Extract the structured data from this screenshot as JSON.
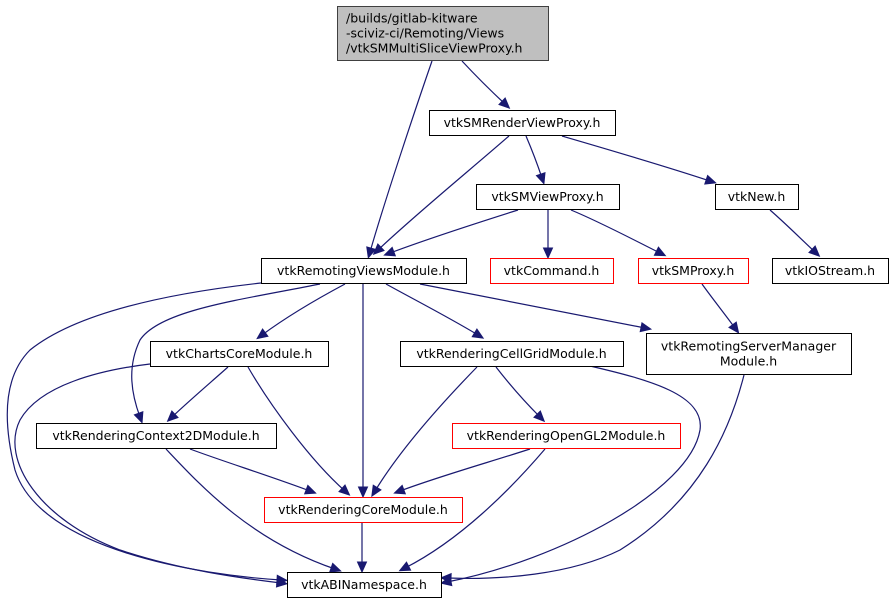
{
  "diagram": {
    "type": "include-dependency-graph",
    "colors": {
      "edge": "#191970",
      "root_fill": "#bfbfbf",
      "normal_border": "#000000",
      "truncated_border": "#ff0000",
      "background": "#ffffff"
    },
    "nodes": [
      {
        "id": "root",
        "lines": [
          "/builds/gitlab-kitware",
          "-sciviz-ci/Remoting/Views",
          "/vtkSMMultiSliceViewProxy.h"
        ],
        "style": "root"
      },
      {
        "id": "vtkSMRenderViewProxy",
        "lines": [
          "vtkSMRenderViewProxy.h"
        ],
        "style": "normal"
      },
      {
        "id": "vtkSMViewProxy",
        "lines": [
          "vtkSMViewProxy.h"
        ],
        "style": "normal"
      },
      {
        "id": "vtkNew",
        "lines": [
          "vtkNew.h"
        ],
        "style": "normal"
      },
      {
        "id": "vtkRemotingViewsModule",
        "lines": [
          "vtkRemotingViewsModule.h"
        ],
        "style": "normal"
      },
      {
        "id": "vtkCommand",
        "lines": [
          "vtkCommand.h"
        ],
        "style": "truncated"
      },
      {
        "id": "vtkSMProxy",
        "lines": [
          "vtkSMProxy.h"
        ],
        "style": "truncated"
      },
      {
        "id": "vtkIOStream",
        "lines": [
          "vtkIOStream.h"
        ],
        "style": "normal"
      },
      {
        "id": "vtkChartsCoreModule",
        "lines": [
          "vtkChartsCoreModule.h"
        ],
        "style": "normal"
      },
      {
        "id": "vtkRenderingCellGridModule",
        "lines": [
          "vtkRenderingCellGridModule.h"
        ],
        "style": "normal"
      },
      {
        "id": "vtkRemotingServerManagerModule",
        "lines": [
          "vtkRemotingServerManager",
          "Module.h"
        ],
        "style": "normal"
      },
      {
        "id": "vtkRenderingContext2DModule",
        "lines": [
          "vtkRenderingContext2DModule.h"
        ],
        "style": "normal"
      },
      {
        "id": "vtkRenderingOpenGL2Module",
        "lines": [
          "vtkRenderingOpenGL2Module.h"
        ],
        "style": "truncated"
      },
      {
        "id": "vtkRenderingCoreModule",
        "lines": [
          "vtkRenderingCoreModule.h"
        ],
        "style": "truncated"
      },
      {
        "id": "vtkABINamespace",
        "lines": [
          "vtkABINamespace.h"
        ],
        "style": "normal"
      }
    ],
    "edges": [
      {
        "from": "root",
        "to": "vtkRemotingViewsModule"
      },
      {
        "from": "root",
        "to": "vtkSMRenderViewProxy"
      },
      {
        "from": "vtkSMRenderViewProxy",
        "to": "vtkRemotingViewsModule"
      },
      {
        "from": "vtkSMRenderViewProxy",
        "to": "vtkSMViewProxy"
      },
      {
        "from": "vtkSMRenderViewProxy",
        "to": "vtkNew"
      },
      {
        "from": "vtkSMViewProxy",
        "to": "vtkRemotingViewsModule"
      },
      {
        "from": "vtkSMViewProxy",
        "to": "vtkCommand"
      },
      {
        "from": "vtkSMViewProxy",
        "to": "vtkSMProxy"
      },
      {
        "from": "vtkNew",
        "to": "vtkIOStream"
      },
      {
        "from": "vtkSMProxy",
        "to": "vtkRemotingServerManagerModule"
      },
      {
        "from": "vtkRemotingViewsModule",
        "to": "vtkChartsCoreModule"
      },
      {
        "from": "vtkRemotingViewsModule",
        "to": "vtkRenderingContext2DModule"
      },
      {
        "from": "vtkRemotingViewsModule",
        "to": "vtkRenderingCoreModule"
      },
      {
        "from": "vtkRemotingViewsModule",
        "to": "vtkRenderingCellGridModule"
      },
      {
        "from": "vtkRemotingViewsModule",
        "to": "vtkRemotingServerManagerModule"
      },
      {
        "from": "vtkRemotingViewsModule",
        "to": "vtkABINamespace"
      },
      {
        "from": "vtkChartsCoreModule",
        "to": "vtkRenderingContext2DModule"
      },
      {
        "from": "vtkChartsCoreModule",
        "to": "vtkRenderingCoreModule"
      },
      {
        "from": "vtkChartsCoreModule",
        "to": "vtkABINamespace"
      },
      {
        "from": "vtkRenderingCellGridModule",
        "to": "vtkRenderingOpenGL2Module"
      },
      {
        "from": "vtkRenderingCellGridModule",
        "to": "vtkRenderingCoreModule"
      },
      {
        "from": "vtkRenderingCellGridModule",
        "to": "vtkABINamespace"
      },
      {
        "from": "vtkRenderingContext2DModule",
        "to": "vtkRenderingCoreModule"
      },
      {
        "from": "vtkRenderingContext2DModule",
        "to": "vtkABINamespace"
      },
      {
        "from": "vtkRenderingOpenGL2Module",
        "to": "vtkRenderingCoreModule"
      },
      {
        "from": "vtkRenderingOpenGL2Module",
        "to": "vtkABINamespace"
      },
      {
        "from": "vtkRenderingCoreModule",
        "to": "vtkABINamespace"
      },
      {
        "from": "vtkRemotingServerManagerModule",
        "to": "vtkABINamespace"
      }
    ]
  }
}
